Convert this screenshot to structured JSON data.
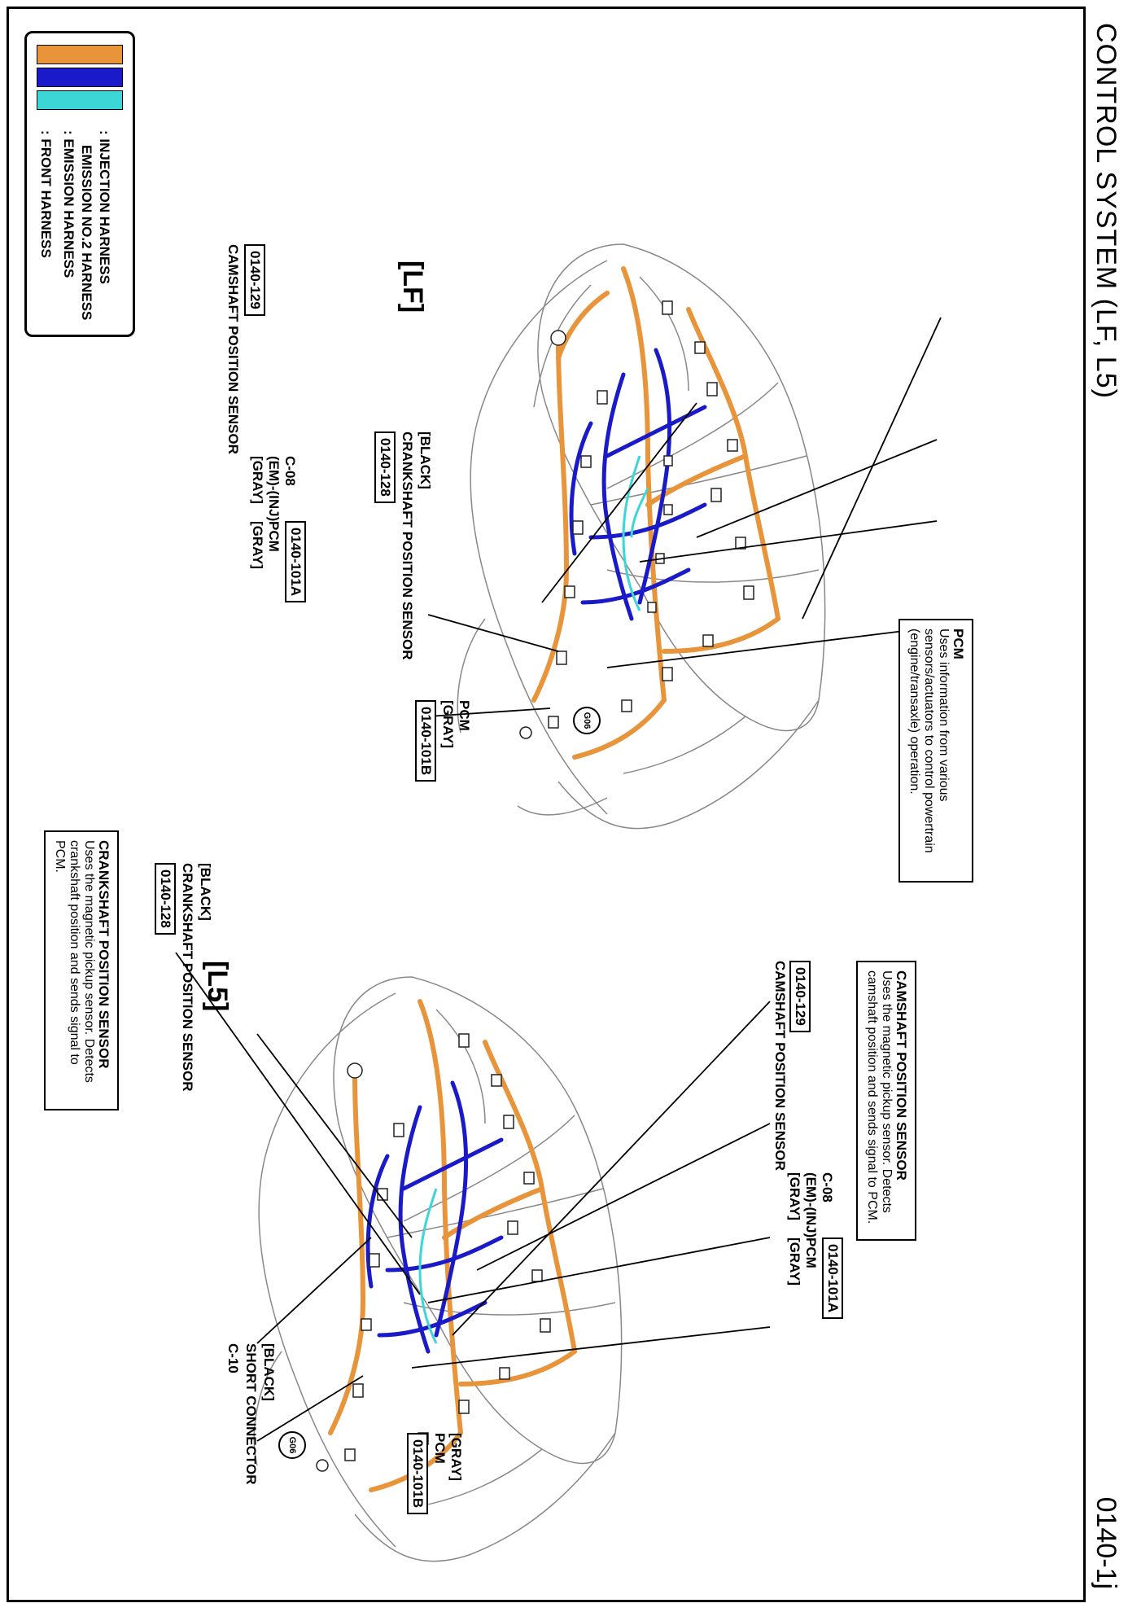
{
  "page": {
    "title": "CONTROL SYSTEM (LF, L5)",
    "page_number": "0140-1j"
  },
  "legend": [
    {
      "label": ": FRONT HARNESS",
      "color": "#e8943a"
    },
    {
      "label": ": EMISSION HARNESS",
      "color": "#1a1ac8"
    },
    {
      "label": "EMISSION NO.2 HARNESS",
      "color": "#1a1ac8"
    },
    {
      "label": ": INJECTION HARNESS",
      "color": "#3cd6d6"
    }
  ],
  "views": [
    {
      "tag": "[LF]",
      "callouts": {
        "camshaft": {
          "code": "0140-129",
          "name": "CAMSHAFT POSITION SENSOR"
        },
        "c08": {
          "line1": "[GRAY]",
          "line2": "(EM)-(INJ)",
          "line3": "C-08"
        },
        "pcm_a": {
          "line1": "[GRAY]",
          "line2": "PCM",
          "code": "0140-101A"
        },
        "pcm_b": {
          "code": "0140-101B",
          "line1": "[GRAY]",
          "line2": "PCM"
        },
        "crank": {
          "code": "0140-128",
          "name": "CRANKSHAFT POSITION SENSOR",
          "color": "[BLACK]"
        },
        "ground": "G06"
      }
    },
    {
      "tag": "[L5]",
      "callouts": {
        "camshaft": {
          "code": "0140-129",
          "name": "CAMSHAFT POSITION SENSOR"
        },
        "c08": {
          "line1": "[GRAY]",
          "line2": "(EM)-(INJ)",
          "line3": "C-08"
        },
        "pcm_a": {
          "line1": "[GRAY]",
          "line2": "PCM",
          "code": "0140-101A"
        },
        "pcm_b": {
          "code": "0140-101B",
          "line1": "PCM",
          "line2": "[GRAY]"
        },
        "crank": {
          "code": "0140-128",
          "name": "CRANKSHAFT POSITION SENSOR",
          "color": "[BLACK]"
        },
        "c10": {
          "line1": "C-10",
          "line2": "SHORT CONNECTOR",
          "line3": "[BLACK]"
        },
        "ground": "G06"
      }
    }
  ],
  "notes": {
    "pcm": {
      "title": "PCM",
      "text": "Uses information from various sensors/actuators to control powertrain (engine/transaxle) operation."
    },
    "camshaft": {
      "title": "CAMSHAFT POSITION SENSOR",
      "text": "Uses the magnetic pickup sensor. Detects camshaft position and sends signal to PCM."
    },
    "crankshaft": {
      "title": "CRANKSHAFT POSITION SENSOR",
      "text": "Uses the magnetic pickup sensor. Detects crankshaft position and sends signal to PCM."
    }
  }
}
